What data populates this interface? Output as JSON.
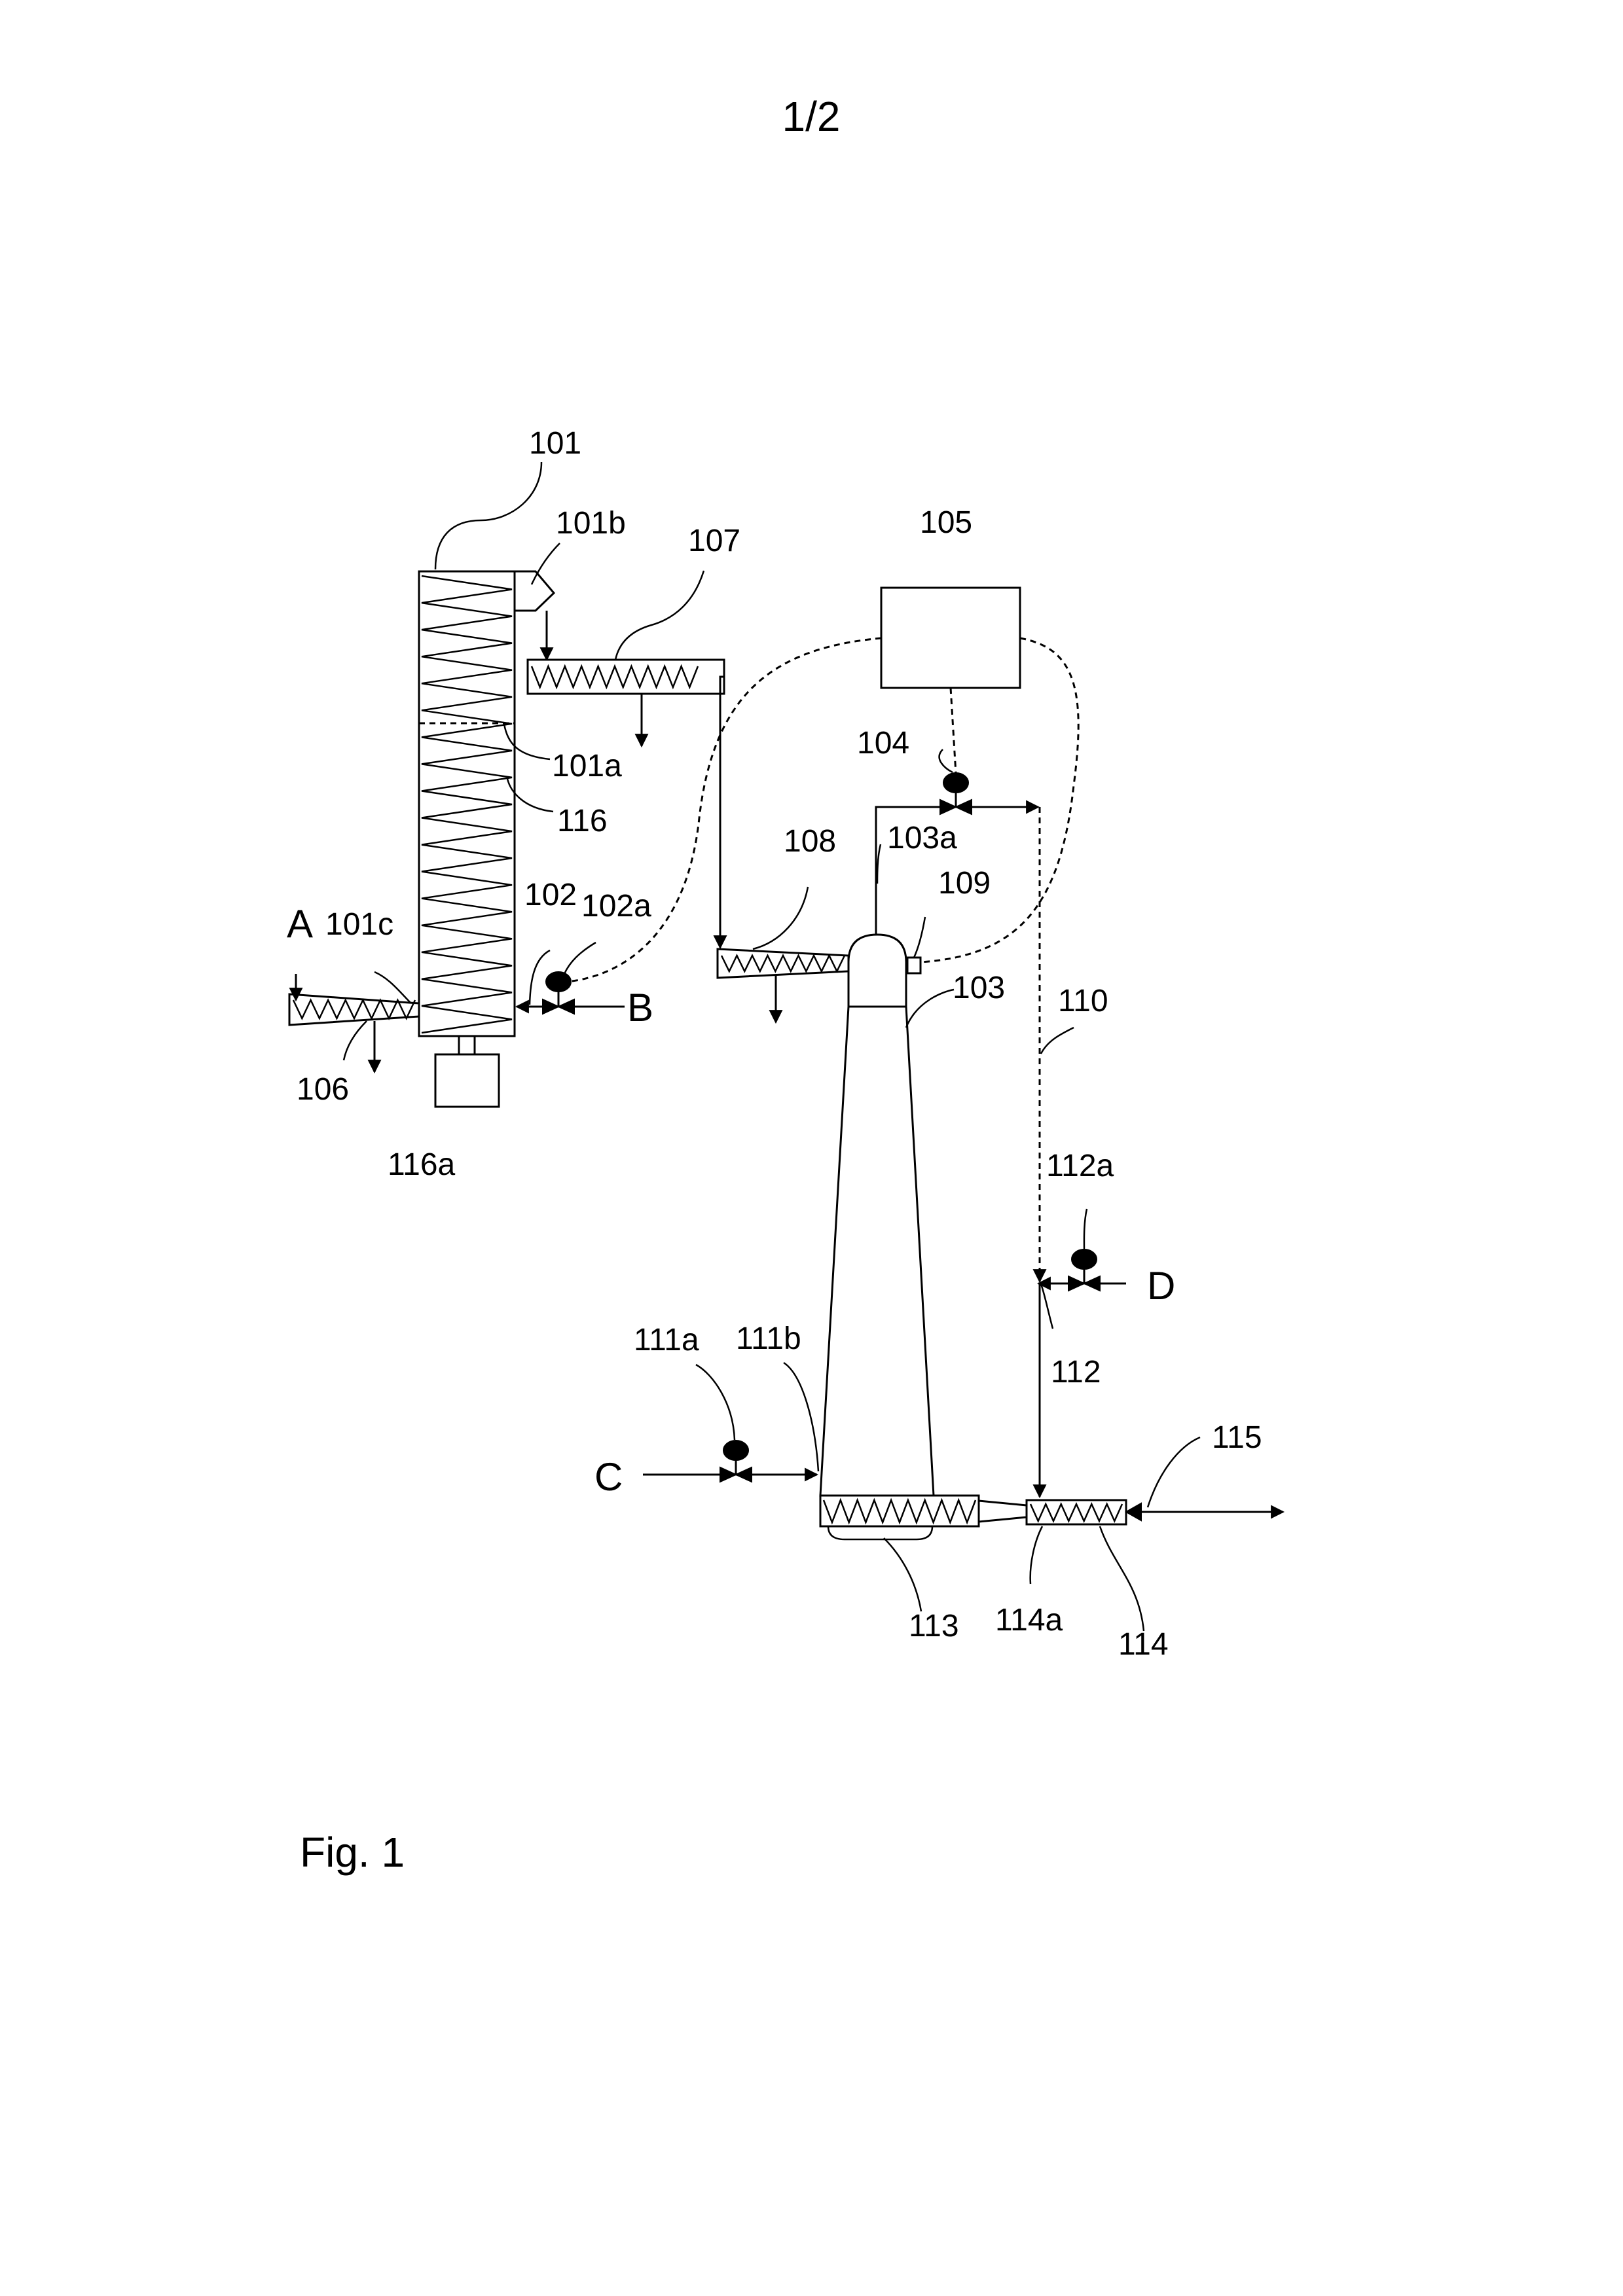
{
  "page": {
    "number": "1/2",
    "figure_caption": "Fig. 1"
  },
  "labels": {
    "r101": "101",
    "r101a": "101a",
    "r101b": "101b",
    "r101c": "101c",
    "r102": "102",
    "r102a": "102a",
    "r103": "103",
    "r103a": "103a",
    "r104": "104",
    "r105": "105",
    "r106": "106",
    "r107": "107",
    "r108": "108",
    "r109": "109",
    "r110": "110",
    "r111a": "111a",
    "r111b": "111b",
    "r112": "112",
    "r112a": "112a",
    "r113": "113",
    "r114": "114",
    "r114a": "114a",
    "r115": "115",
    "r116": "116",
    "r116a": "116a"
  },
  "streams": {
    "a": "A",
    "b": "B",
    "c": "C",
    "d": "D"
  }
}
